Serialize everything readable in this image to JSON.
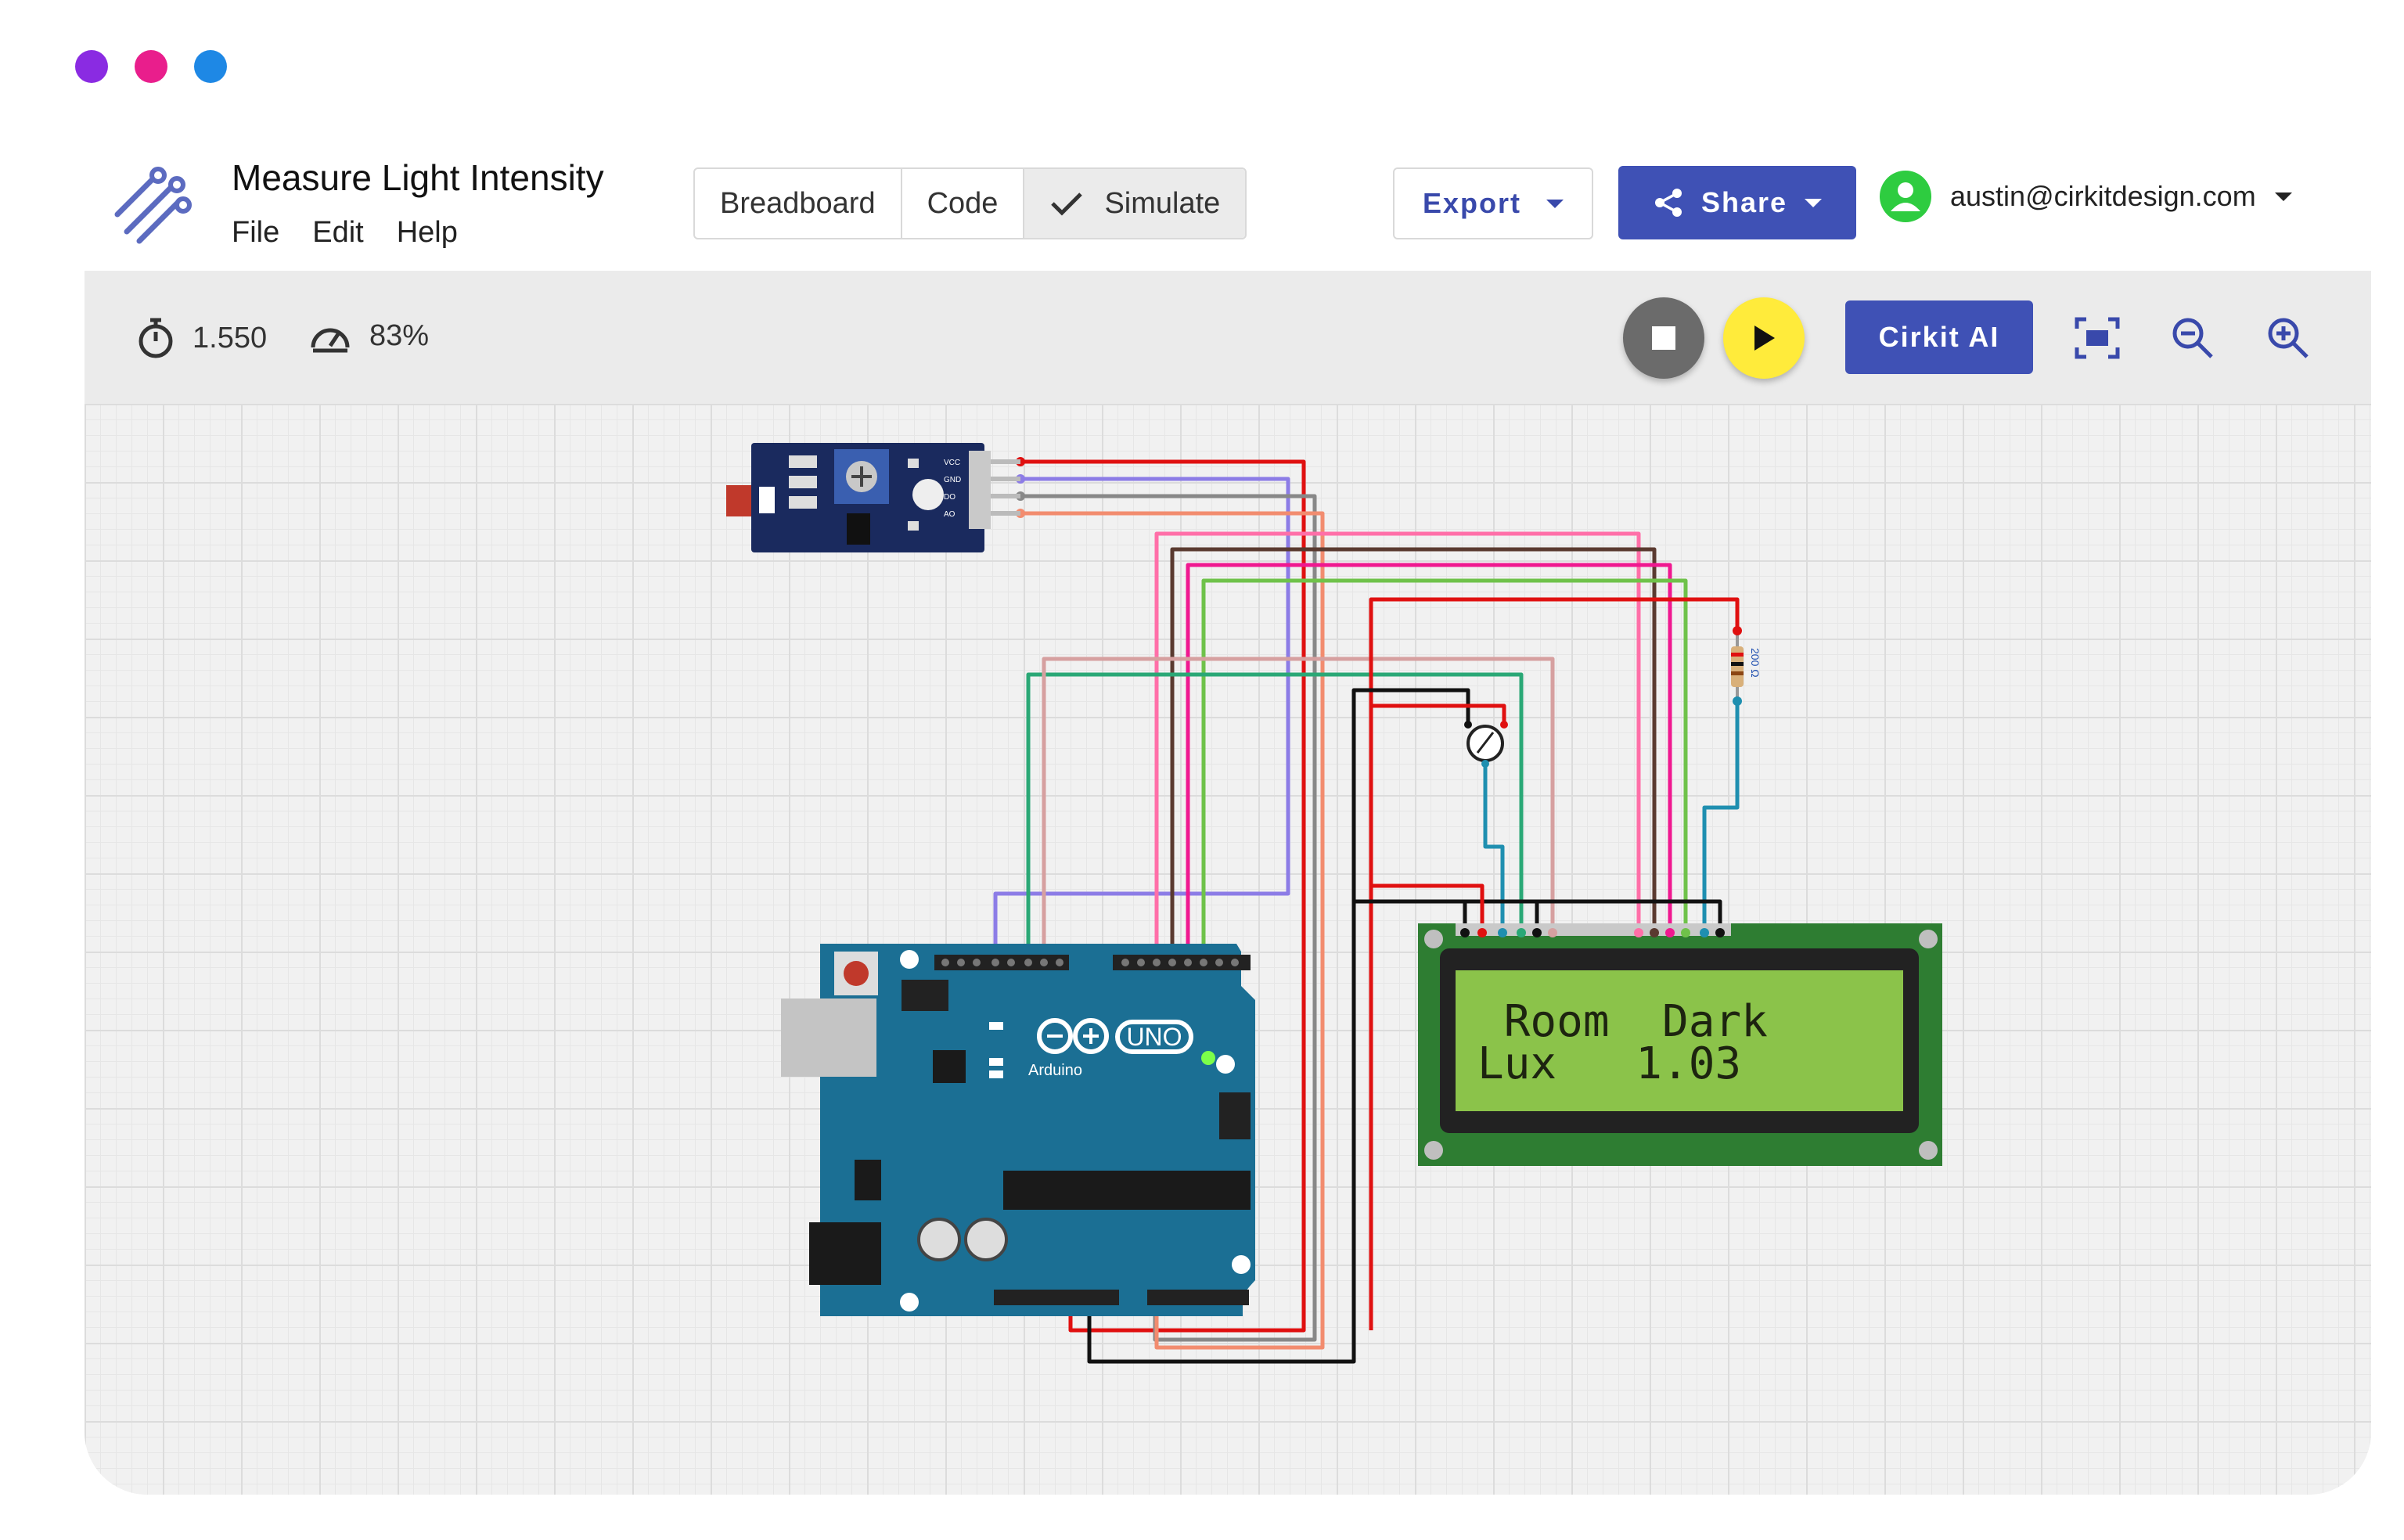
{
  "window_controls": {
    "colors": [
      "#8a2be2",
      "#e91e8c",
      "#1e88e5"
    ]
  },
  "header": {
    "title": "Measure Light Intensity",
    "menu": [
      "File",
      "Edit",
      "Help"
    ],
    "tabs": [
      {
        "label": "Breadboard",
        "active": false
      },
      {
        "label": "Code",
        "active": false
      },
      {
        "label": "Simulate",
        "active": true
      }
    ],
    "export_label": "Export",
    "share_label": "Share",
    "user_email": "austin@cirkitdesign.com"
  },
  "toolbar": {
    "time": "1.550",
    "speed": "83%",
    "ai_label": "Cirkit AI"
  },
  "circuit": {
    "resistor_label": "200 Ω",
    "lcd_line1": " Room  Dark",
    "lcd_line2": "Lux   1.03",
    "arduino_brand": "Arduino",
    "arduino_model": "UNO",
    "sensor_pins": [
      "VCC",
      "GND",
      "DO",
      "AO"
    ],
    "colors": {
      "accent": "#3f51b5",
      "play": "#ffeb3b",
      "lcd_board": "#2e7d32",
      "lcd_screen": "#8bc34a",
      "arduino": "#1b6f94"
    }
  }
}
